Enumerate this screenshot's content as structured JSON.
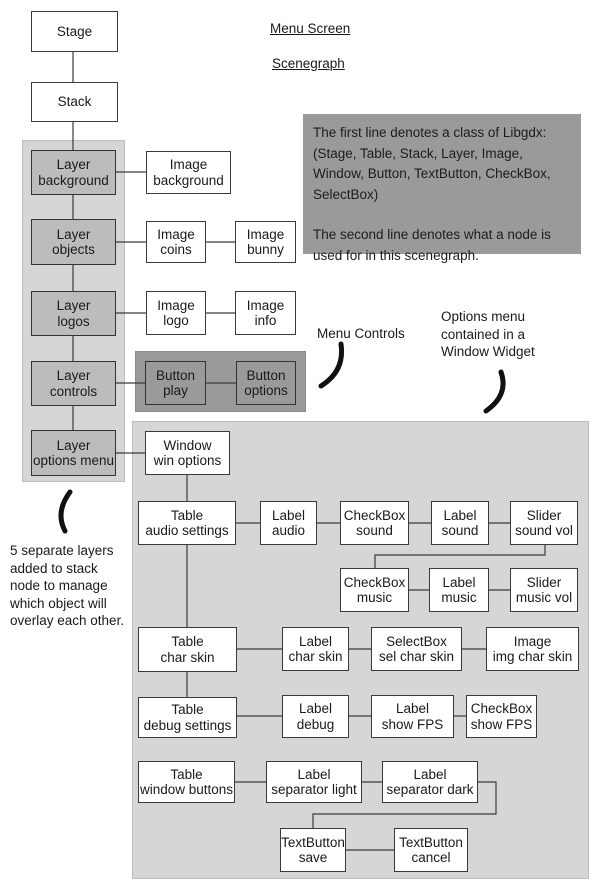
{
  "headings": {
    "menu_screen": "Menu Screen",
    "scenegraph": "Scenegraph"
  },
  "note": {
    "line1": "The first line denotes a class of Libgdx: (Stage, Table, Stack, Layer, Image, Window, Button, TextButton, CheckBox, SelectBox)",
    "line2": "The second line denotes what a node is used for in this scenegraph."
  },
  "captions": {
    "menu_controls": "Menu Controls",
    "options_menu": [
      "Options menu",
      "contained in a",
      "Window Widget"
    ],
    "layers": [
      "5 separate layers",
      "added to stack",
      "node to manage",
      "which object will",
      "overlay each other."
    ]
  },
  "nodes": {
    "stage": [
      "Stage"
    ],
    "stack": [
      "Stack"
    ],
    "layer_background": [
      "Layer",
      "background"
    ],
    "image_background": [
      "Image",
      "background"
    ],
    "layer_objects": [
      "Layer",
      "objects"
    ],
    "image_coins": [
      "Image",
      "coins"
    ],
    "image_bunny": [
      "Image",
      "bunny"
    ],
    "layer_logos": [
      "Layer",
      "logos"
    ],
    "image_logo": [
      "Image",
      "logo"
    ],
    "image_info": [
      "Image",
      "info"
    ],
    "layer_controls": [
      "Layer",
      "controls"
    ],
    "button_play": [
      "Button",
      "play"
    ],
    "button_options": [
      "Button",
      "options"
    ],
    "layer_options_menu": [
      "Layer",
      "options menu"
    ],
    "window_win_options": [
      "Window",
      "win options"
    ],
    "table_audio_settings": [
      "Table",
      "audio settings"
    ],
    "label_audio": [
      "Label",
      "audio"
    ],
    "checkbox_sound": [
      "CheckBox",
      "sound"
    ],
    "label_sound": [
      "Label",
      "sound"
    ],
    "slider_sound_vol": [
      "Slider",
      "sound vol"
    ],
    "checkbox_music": [
      "CheckBox",
      "music"
    ],
    "label_music": [
      "Label",
      "music"
    ],
    "slider_music_vol": [
      "Slider",
      "music vol"
    ],
    "table_char_skin": [
      "Table",
      "char skin"
    ],
    "label_char_skin": [
      "Label",
      "char skin"
    ],
    "selectbox_sel_char_skin": [
      "SelectBox",
      "sel char skin"
    ],
    "image_img_char_skin": [
      "Image",
      "img char skin"
    ],
    "table_debug_settings": [
      "Table",
      "debug settings"
    ],
    "label_debug": [
      "Label",
      "debug"
    ],
    "label_show_fps": [
      "Label",
      "show FPS"
    ],
    "checkbox_show_fps": [
      "CheckBox",
      "show FPS"
    ],
    "table_window_buttons": [
      "Table",
      "window buttons"
    ],
    "label_separator_light": [
      "Label",
      "separator light"
    ],
    "label_separator_dark": [
      "Label",
      "separator dark"
    ],
    "textbutton_save": [
      "TextButton",
      "save"
    ],
    "textbutton_cancel": [
      "TextButton",
      "cancel"
    ]
  },
  "colors": {
    "panel_light": "#d6d6d6",
    "panel_dark": "#9a9a9a",
    "node_fill": "#ffffff",
    "node_stroke": "#3a3a3a",
    "line": "#3a3a3a"
  }
}
